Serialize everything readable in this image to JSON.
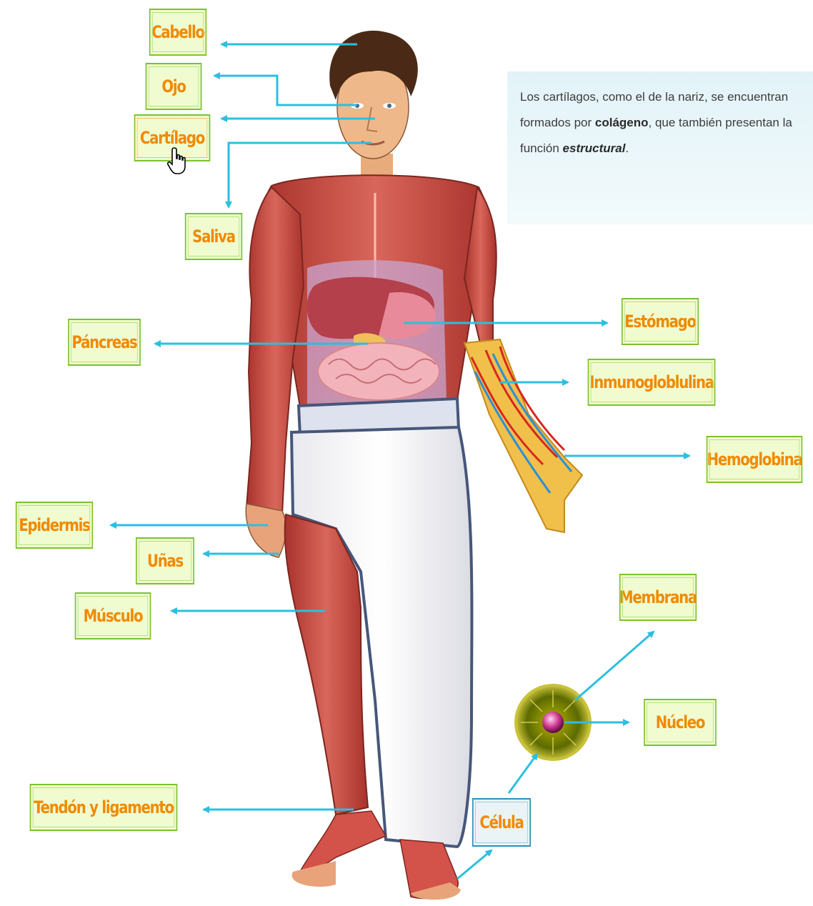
{
  "labels": {
    "cabello": "Cabello",
    "ojo": "Ojo",
    "cartilago": "Cartílago",
    "saliva": "Saliva",
    "pancreas": "Páncreas",
    "estomago": "Estómago",
    "inmunoglobulina": "Inmunogloblulina",
    "hemoglobina": "Hemoglobina",
    "epidermis": "Epidermis",
    "unas": "Uñas",
    "musculo": "Músculo",
    "membrana": "Membrana",
    "nucleo": "Núcleo",
    "tendon": "Tendón y ligamento",
    "celula": "Célula"
  },
  "info": {
    "text1": "Los cartílagos, como el de la nariz, se encuentran formados por ",
    "bold": "colágeno",
    "text2": ", que también presentan la función ",
    "italic": "estructural",
    "text3": "."
  },
  "colors": {
    "arrow": "#2bbfe0",
    "label_text": "#f08a00",
    "label_bg": "#f1fbd0",
    "label_border": "#7cc22e",
    "cell_border": "#2f8fb5",
    "info_bg": "#e2f3f8"
  },
  "icons": {
    "cursor": "hand-pointer-icon"
  }
}
